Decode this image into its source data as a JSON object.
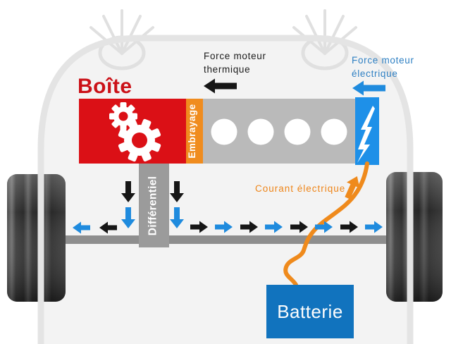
{
  "labels": {
    "gearbox": "Boîte",
    "clutch": "Embrayage",
    "differential": "Différentiel",
    "battery": "Batterie",
    "thermal_force": [
      "Force moteur",
      "thermique"
    ],
    "electric_force": [
      "Force moteur",
      "électrique"
    ],
    "electric_current": "Courant électrique"
  },
  "colors": {
    "gearbox_red": "#db1016",
    "gearbox_title_red": "#cb1118",
    "clutch_orange": "#f08c1e",
    "engine_gray": "#bababa",
    "motor_blue": "#1e90e8",
    "battery_blue": "#1173be",
    "flow_black": "#161616",
    "flow_blue": "#1f8bde",
    "current_orange": "#ef8a1c",
    "electric_text_blue": "#2f80c3",
    "differential_gray": "#9b9b9b",
    "axle_gray": "#8e8e8e",
    "body_outline_gray": "#e4e4e4",
    "body_fill_gray": "#f3f3f3"
  },
  "icons": {
    "gears": "gears-icon",
    "lightning": "lightning-icon",
    "headlight_left": "headlight-icon",
    "headlight_right": "headlight-icon",
    "wheel_left": "wheel",
    "wheel_right": "wheel"
  }
}
